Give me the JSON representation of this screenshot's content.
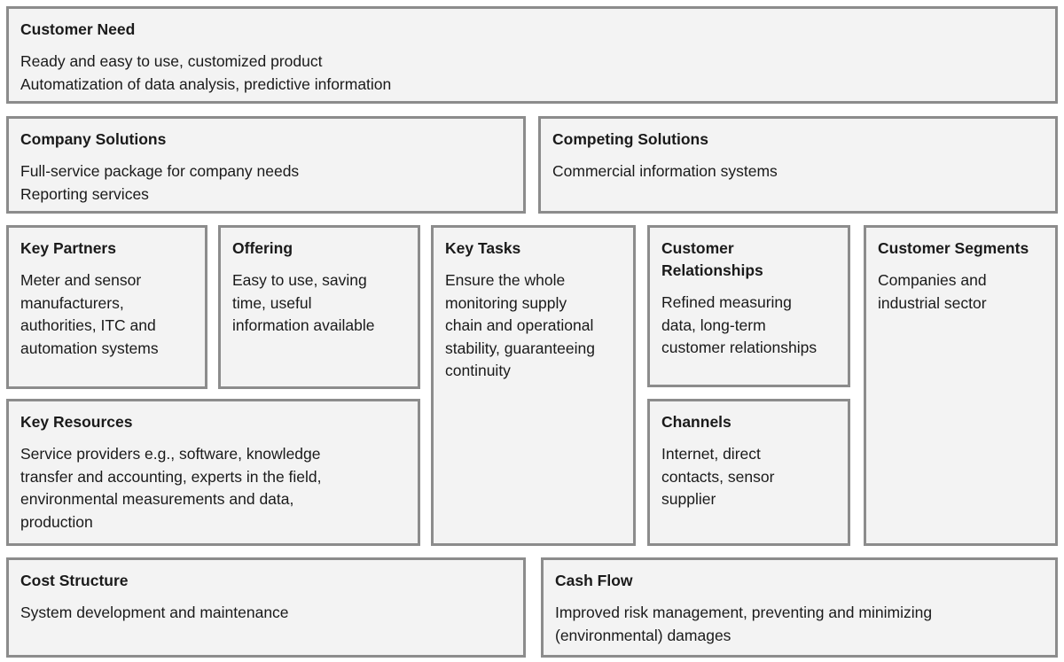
{
  "customer_need": {
    "title": "Customer Need",
    "lines": [
      "Ready and easy to use, customized product",
      "Automatization of data analysis, predictive information"
    ]
  },
  "company_solutions": {
    "title": "Company Solutions",
    "lines": [
      "Full-service package for company needs",
      "Reporting services"
    ]
  },
  "competing_solutions": {
    "title": "Competing Solutions",
    "lines": [
      "Commercial information systems"
    ]
  },
  "key_partners": {
    "title": "Key Partners",
    "lines": [
      "Meter and sensor",
      "manufacturers,",
      "authorities, ITC and",
      "automation systems"
    ]
  },
  "offering": {
    "title": "Offering",
    "lines": [
      "Easy to use, saving",
      "time, useful",
      "information available"
    ]
  },
  "key_tasks": {
    "title": "Key Tasks",
    "lines": [
      "Ensure the whole",
      "monitoring supply",
      "chain and operational",
      "stability, guaranteeing",
      "continuity"
    ]
  },
  "customer_relationships": {
    "title_lines": [
      "Customer",
      "Relationships"
    ],
    "lines": [
      "Refined measuring",
      "data, long-term",
      "customer relationships"
    ]
  },
  "customer_segments": {
    "title": "Customer Segments",
    "lines": [
      "Companies and",
      "industrial sector"
    ]
  },
  "key_resources": {
    "title": "Key Resources",
    "lines": [
      "Service providers e.g., software, knowledge",
      "transfer and accounting, experts in the field,",
      "environmental measurements and data,",
      "production"
    ]
  },
  "channels": {
    "title": "Channels",
    "lines": [
      "Internet, direct",
      "contacts, sensor",
      "supplier"
    ]
  },
  "cost_structure": {
    "title": "Cost Structure",
    "lines": [
      "System development and maintenance"
    ]
  },
  "cash_flow": {
    "title": "Cash Flow",
    "lines": [
      "Improved risk management, preventing and minimizing",
      "(environmental) damages"
    ]
  }
}
